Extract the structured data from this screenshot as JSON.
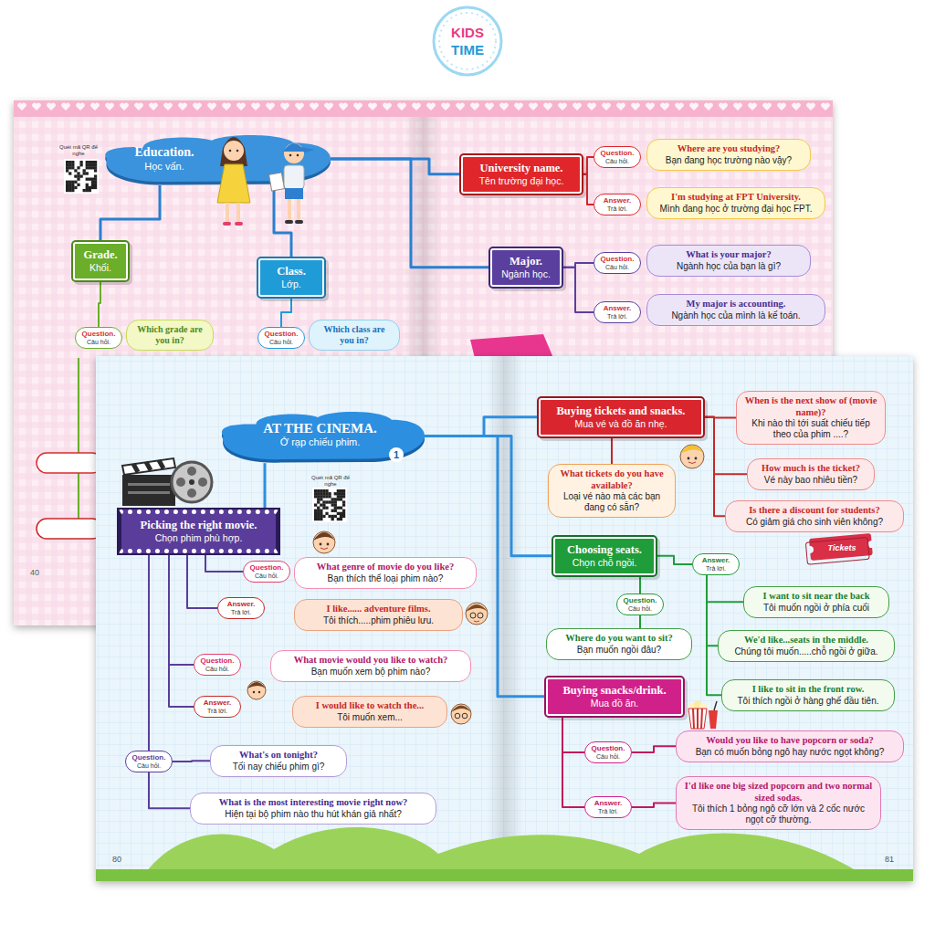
{
  "diagram": {
    "nodes": [
      {
        "text": [
          "Education.",
          "Học vấn."
        ]
      },
      {
        "text": [
          "Grade.",
          "Khối."
        ]
      },
      {
        "text": [
          "Class.",
          "Lớp."
        ]
      },
      {
        "text": [
          "Question.",
          "Câu hỏi."
        ]
      },
      {
        "text": [
          "Which grade are you in?"
        ]
      },
      {
        "text": [
          "Question.",
          "Câu hỏi."
        ]
      },
      {
        "text": [
          "Which class are you in?"
        ]
      },
      {
        "text": [
          "University name.",
          "Tên trường đại học."
        ]
      },
      {
        "text": [
          "Question.",
          "Câu hỏi."
        ]
      },
      {
        "text": [
          "Where are you studying?",
          "Bạn đang học trường nào vậy?"
        ]
      },
      {
        "text": [
          "Answer.",
          "Trả lời."
        ]
      },
      {
        "text": [
          "I'm studying at FPT University.",
          "Mình đang học ở trường đại học FPT."
        ]
      },
      {
        "text": [
          "Major.",
          "Ngành học."
        ]
      },
      {
        "text": [
          "Question.",
          "Câu hỏi."
        ]
      },
      {
        "text": [
          "What is your major?",
          "Ngành học của bạn là gì?"
        ]
      },
      {
        "text": [
          "Answer.",
          "Trả lời."
        ]
      },
      {
        "text": [
          "My major is accounting.",
          "Ngành học của mình là kế toán."
        ]
      },
      {
        "text": [
          "AT THE CINEMA.",
          "Ở rạp chiếu phim."
        ]
      },
      {
        "text": [
          "Picking the right movie.",
          "Chọn phim phù hợp."
        ]
      },
      {
        "text": [
          "Question.",
          "Câu hỏi."
        ]
      },
      {
        "text": [
          "What genre of movie do you like?",
          "Bạn thích thể loại phim nào?"
        ]
      },
      {
        "text": [
          "Answer.",
          "Trả lời."
        ]
      },
      {
        "text": [
          "I like...... adventure films.",
          "Tôi thích.....phim phiêu lưu."
        ]
      },
      {
        "text": [
          "Question.",
          "Câu hỏi."
        ]
      },
      {
        "text": [
          "What movie would you like to watch?",
          "Bạn muốn xem bộ phim nào?"
        ]
      },
      {
        "text": [
          "Answer.",
          "Trả lời."
        ]
      },
      {
        "text": [
          "I would like to watch the...",
          "Tôi muốn xem..."
        ]
      },
      {
        "text": [
          "Question.",
          "Câu hỏi."
        ]
      },
      {
        "text": [
          "What's on tonight?",
          "Tối nay chiếu phim gì?"
        ]
      },
      {
        "text": [
          "What is the most interesting movie right now?",
          "Hiện tại bộ phim nào thu hút khán giả nhất?"
        ]
      },
      {
        "text": [
          "Buying tickets and snacks.",
          "Mua vé và đồ ăn nhẹ."
        ]
      },
      {
        "text": [
          "What tickets do you have available?",
          "Loại vé nào mà các bạn đang có sẵn?"
        ]
      },
      {
        "text": [
          "When is the next show of (movie name)?",
          "Khi nào thì tới suất chiếu tiếp theo của phim ....?"
        ]
      },
      {
        "text": [
          "How much is the ticket?",
          "Vé này bao nhiêu tiền?"
        ]
      },
      {
        "text": [
          "Is there a discount for students?",
          "Có giảm giá cho sinh viên không?"
        ]
      },
      {
        "text": [
          "Choosing seats.",
          "Chọn chỗ ngồi."
        ]
      },
      {
        "text": [
          "Question.",
          "Câu hỏi."
        ]
      },
      {
        "text": [
          "Where do you want to sit?",
          "Bạn muốn ngồi đâu?"
        ]
      },
      {
        "text": [
          "Answer.",
          "Trả lời."
        ]
      },
      {
        "text": [
          "I want to sit near the back",
          "Tôi muốn ngồi ở phía cuối"
        ]
      },
      {
        "text": [
          "We'd like...seats in the middle.",
          "Chúng tôi muốn.....chỗ ngồi ở giữa."
        ]
      },
      {
        "text": [
          "I like to sit in the front row.",
          "Tôi thích ngồi ở hàng ghế đầu tiên."
        ]
      },
      {
        "text": [
          "Buying snacks/drink.",
          "Mua đồ ăn."
        ]
      },
      {
        "text": [
          "Question.",
          "Câu hỏi."
        ]
      },
      {
        "text": [
          "Would you like to have popcorn or soda?",
          "Bạn có muốn bỏng ngô hay nước ngọt không?"
        ]
      },
      {
        "text": [
          "Answer.",
          "Trả lời."
        ]
      },
      {
        "text": [
          "I'd like one big sized popcorn and two normal sized sodas.",
          "Tôi thích 1 bỏng ngô cỡ lớn và 2 cốc nước ngọt cỡ thường."
        ]
      }
    ],
    "edges": [
      {
        "from": 0,
        "to": 1,
        "arrow": "none"
      },
      {
        "from": 0,
        "to": 2,
        "arrow": "none"
      },
      {
        "from": 0,
        "to": 7,
        "arrow": "none"
      },
      {
        "from": 0,
        "to": 12,
        "arrow": "none"
      },
      {
        "from": 1,
        "to": 3,
        "arrow": "none"
      },
      {
        "from": 2,
        "to": 5,
        "arrow": "none"
      },
      {
        "from": 7,
        "to": 8,
        "arrow": "none"
      },
      {
        "from": 7,
        "to": 10,
        "arrow": "none"
      },
      {
        "from": 12,
        "to": 13,
        "arrow": "none"
      },
      {
        "from": 12,
        "to": 15,
        "arrow": "none"
      },
      {
        "from": 17,
        "to": 18,
        "arrow": "none"
      },
      {
        "from": 18,
        "to": 19,
        "arrow": "none"
      },
      {
        "from": 18,
        "to": 21,
        "arrow": "none"
      },
      {
        "from": 18,
        "to": 23,
        "arrow": "none"
      },
      {
        "from": 18,
        "to": 25,
        "arrow": "none"
      },
      {
        "from": 18,
        "to": 27,
        "arrow": "none"
      },
      {
        "from": 27,
        "to": 28,
        "arrow": "none"
      },
      {
        "from": 27,
        "to": 29,
        "arrow": "none"
      },
      {
        "from": 17,
        "to": 30,
        "arrow": "none"
      },
      {
        "from": 30,
        "to": 31,
        "arrow": "none"
      },
      {
        "from": 30,
        "to": 32,
        "arrow": "none"
      },
      {
        "from": 30,
        "to": 33,
        "arrow": "none"
      },
      {
        "from": 30,
        "to": 34,
        "arrow": "none"
      },
      {
        "from": 17,
        "to": 35,
        "arrow": "none"
      },
      {
        "from": 35,
        "to": 36,
        "arrow": "none"
      },
      {
        "from": 36,
        "to": 37,
        "arrow": "none"
      },
      {
        "from": 35,
        "to": 38,
        "arrow": "none"
      },
      {
        "from": 38,
        "to": 39,
        "arrow": "none"
      },
      {
        "from": 38,
        "to": 40,
        "arrow": "none"
      },
      {
        "from": 38,
        "to": 41,
        "arrow": "none"
      },
      {
        "from": 17,
        "to": 42,
        "arrow": "none"
      },
      {
        "from": 42,
        "to": 43,
        "arrow": "none"
      },
      {
        "from": 42,
        "to": 45,
        "arrow": "none"
      },
      {
        "from": 43,
        "to": 44,
        "arrow": "none"
      },
      {
        "from": 45,
        "to": 46,
        "arrow": "none"
      }
    ],
    "labels": [
      "KIDS",
      "TIME",
      "Quét mã QR để nghe",
      "40",
      "Quét mã QR để nghe",
      "1",
      "Tickets",
      "80",
      "81"
    ]
  }
}
